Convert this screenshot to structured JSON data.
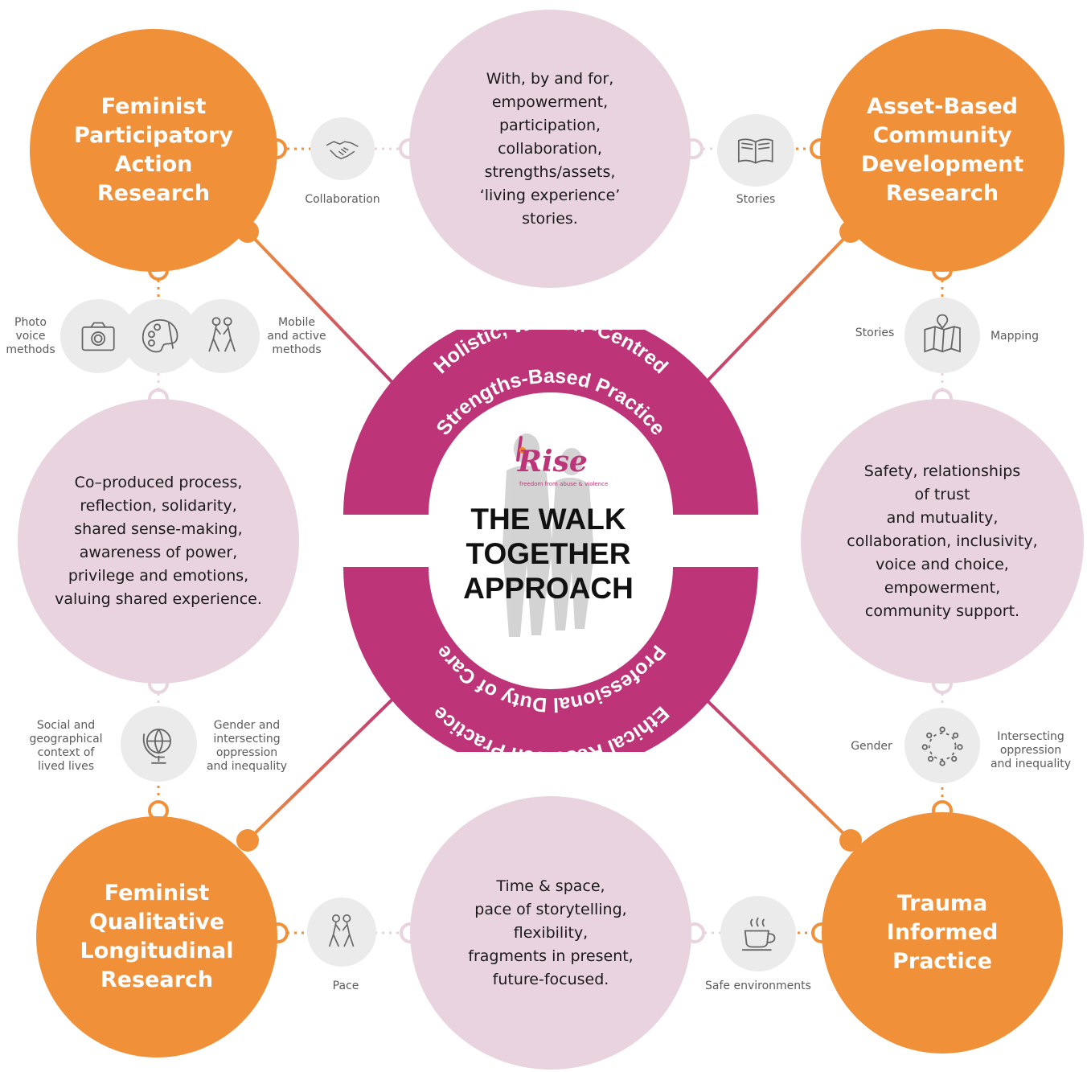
{
  "colors": {
    "orange": "#F0913A",
    "pink_light": "#E8D3DF",
    "magenta": "#BE3478",
    "icon_bg": "#EBEBEB",
    "logo_orange": "#F08A1E"
  },
  "center": {
    "title": "THE WALK\nTOGETHER\nAPPROACH",
    "ring_top_line1": "Holistic, Women–Centred",
    "ring_top_line2": "Strengths-Based Practice",
    "ring_bottom_line1": "Ethical Research Practice",
    "ring_bottom_line2": "Professional Duty of Care",
    "logo_text": "Rise",
    "logo_tagline": "freedom from abuse & violence"
  },
  "approaches": {
    "top_left": "Feminist\nParticipatory\nAction\nResearch",
    "top_right": "Asset-Based\nCommunity\nDevelopment\nResearch",
    "bottom_left": "Feminist\nQualitative\nLongitudinal\nResearch",
    "bottom_right": "Trauma\nInformed\nPractice"
  },
  "themes": {
    "top": "With, by and for,\nempowerment,\nparticipation,\ncollaboration,\nstrengths/assets,\n‘living experience’\nstories.",
    "left": "Co–produced process,\nreflection, solidarity,\nshared sense-making,\nawareness of power,\nprivilege and emotions,\nvaluing shared experience.",
    "right": "Safety, relationships\nof trust\nand mutuality,\ncollaboration, inclusivity,\nvoice and choice,\nempowerment,\ncommunity support.",
    "bottom": "Time & space,\npace of storytelling,\nflexibility,\nfragments in present,\nfuture-focused."
  },
  "icon_labels": {
    "collaboration": "Collaboration",
    "stories_top": "Stories",
    "photo_voice": "Photo\nvoice\nmethods",
    "mobile_active": "Mobile\nand active\nmethods",
    "stories_right": "Stories",
    "mapping": "Mapping",
    "social_geo": "Social and\ngeographical\ncontext of\nlived lives",
    "gender_intersecting": "Gender and\nintersecting\noppression\nand inequality",
    "gender": "Gender",
    "intersecting": "Intersecting\noppression\nand inequality",
    "pace": "Pace",
    "safe_env": "Safe environments"
  },
  "icons": {
    "handshake": "handshake-icon",
    "book": "book-icon",
    "camera": "camera-icon",
    "palette": "palette-icon",
    "walking": "walking-people-icon",
    "map": "map-pin-icon",
    "globe": "globe-icon",
    "circle_people": "circle-of-people-icon",
    "coffee": "coffee-cup-icon"
  }
}
